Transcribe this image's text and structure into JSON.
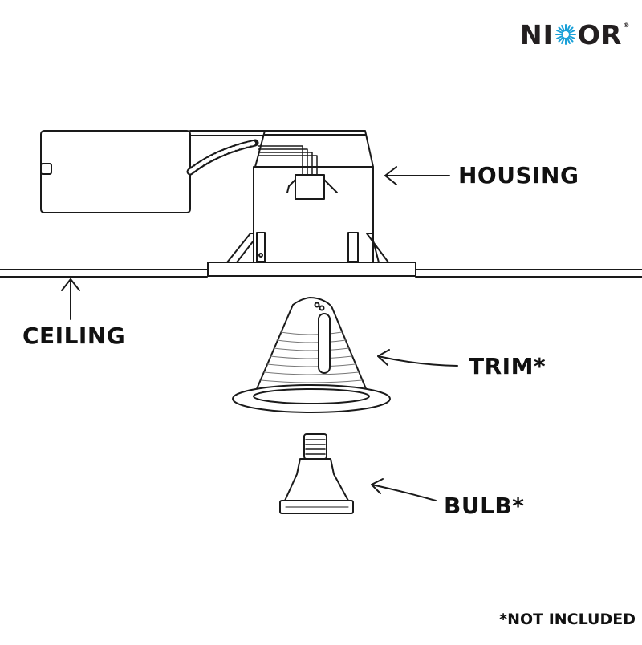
{
  "brand": {
    "name_part1": "NI",
    "name_part2": "OR",
    "registered_mark": "®",
    "star_color": "#1aa0d8",
    "icon": "star-burst-icon"
  },
  "labels": {
    "housing": "HOUSING",
    "ceiling": "CEILING",
    "trim": "TRIM*",
    "bulb": "BULB*"
  },
  "footnote": "*NOT INCLUDED",
  "colors": {
    "line": "#1a1a1a",
    "background": "#ffffff"
  }
}
